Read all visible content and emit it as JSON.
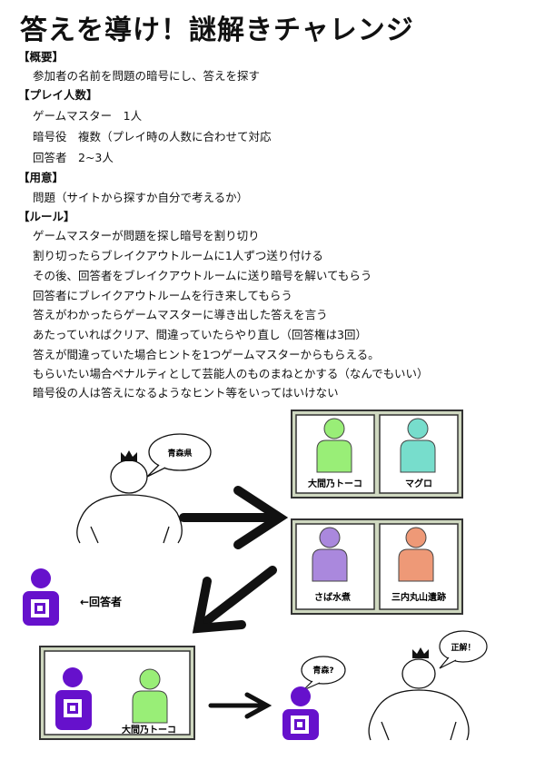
{
  "title": "答えを導け！謎解きチャレンジ",
  "sections": {
    "overview_head": "【概要】",
    "overview": "参加者の名前を問題の暗号にし、答えを探す",
    "players_head": "【プレイ人数】",
    "players": [
      "ゲームマスター　1人",
      "暗号役　複数（プレイ時の人数に合わせて対応",
      "回答者　2~3人"
    ],
    "prep_head": "【用意】",
    "prep": "問題（サイトから探すか自分で考えるか）",
    "rules_head": "【ルール】",
    "rules": [
      "ゲームマスターが問題を探し暗号を割り切り",
      "割り切ったらブレイクアウトルームに1人ずつ送り付ける",
      "その後、回答者をブレイクアウトルームに送り暗号を解いてもらう",
      "回答者にブレイクアウトルームを行き来してもらう",
      "答えがわかったらゲームマスターに導き出した答えを言う",
      "あたっていればクリア、間違っていたらやり直し（回答権は3回）",
      "答えが間違っていた場合ヒントを1つゲームマスターからもらえる。",
      "もらいたい場合ペナルティとして芸能人のものまねとかする（なんでもいい）",
      "暗号役の人は答えになるようなヒント等をいってはいけない"
    ]
  },
  "diagram": {
    "gm_bubble": "青森県",
    "rooms": [
      "大間乃トーコ",
      "マグロ",
      "さば水煮",
      "三内丸山遺跡"
    ],
    "answerer_label": "←回答者",
    "room_bottom_label": "大間乃トーコ",
    "answer_bubble": "青森?",
    "gm_reply_bubble": "正解！",
    "colors": {
      "room1": "#99ee77",
      "room2": "#77ddcc",
      "room3": "#aa88dd",
      "room4": "#ee9977",
      "answerer": "#6611cc",
      "frame": "#333333",
      "frame_bg": "#cfd8c0"
    }
  }
}
